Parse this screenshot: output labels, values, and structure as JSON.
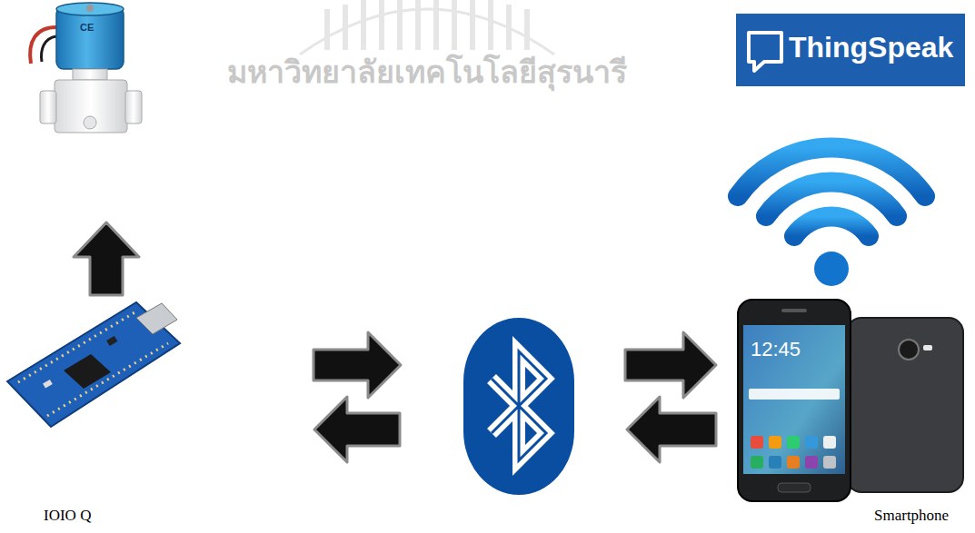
{
  "diagram": {
    "nodes": [
      {
        "text": [
          "ThingSpeak"
        ]
      },
      {
        "text": [
          "IOIO Q"
        ]
      },
      {
        "text": [
          "Smartphone"
        ]
      }
    ],
    "labels": [
      "มหาวิทยาลัยเทคโนโลยีสุรนารี",
      "CE",
      "12:45"
    ]
  }
}
